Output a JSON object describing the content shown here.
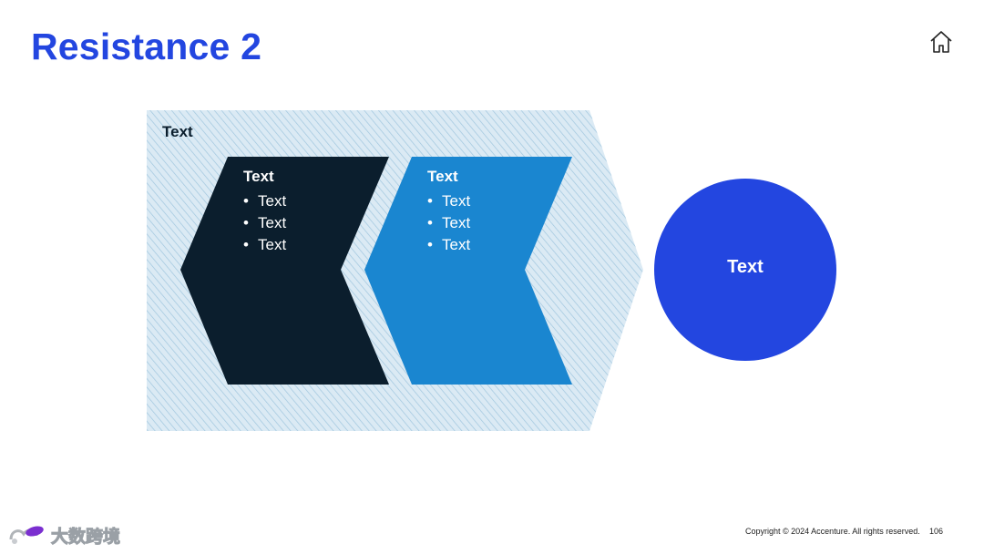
{
  "slide": {
    "title": "Resistance 2",
    "home_icon": "home-icon",
    "copyright": "Copyright © 2024 Accenture. All rights reserved.",
    "page_number": "106",
    "watermark_text": "大数跨境"
  },
  "diagram": {
    "outer_label": "Text",
    "panels": [
      {
        "heading": "Text",
        "bullets": [
          "Text",
          "Text",
          "Text"
        ]
      },
      {
        "heading": "Text",
        "bullets": [
          "Text",
          "Text",
          "Text"
        ]
      }
    ],
    "circle_label": "Text"
  },
  "colors": {
    "title": "#2346e0",
    "dark_chevron": "#0b1e2d",
    "light_chevron": "#1a86d0",
    "circle": "#2346e0",
    "hatch_background": "#dbeaf4",
    "hatch_lines": "#9fc6de"
  }
}
